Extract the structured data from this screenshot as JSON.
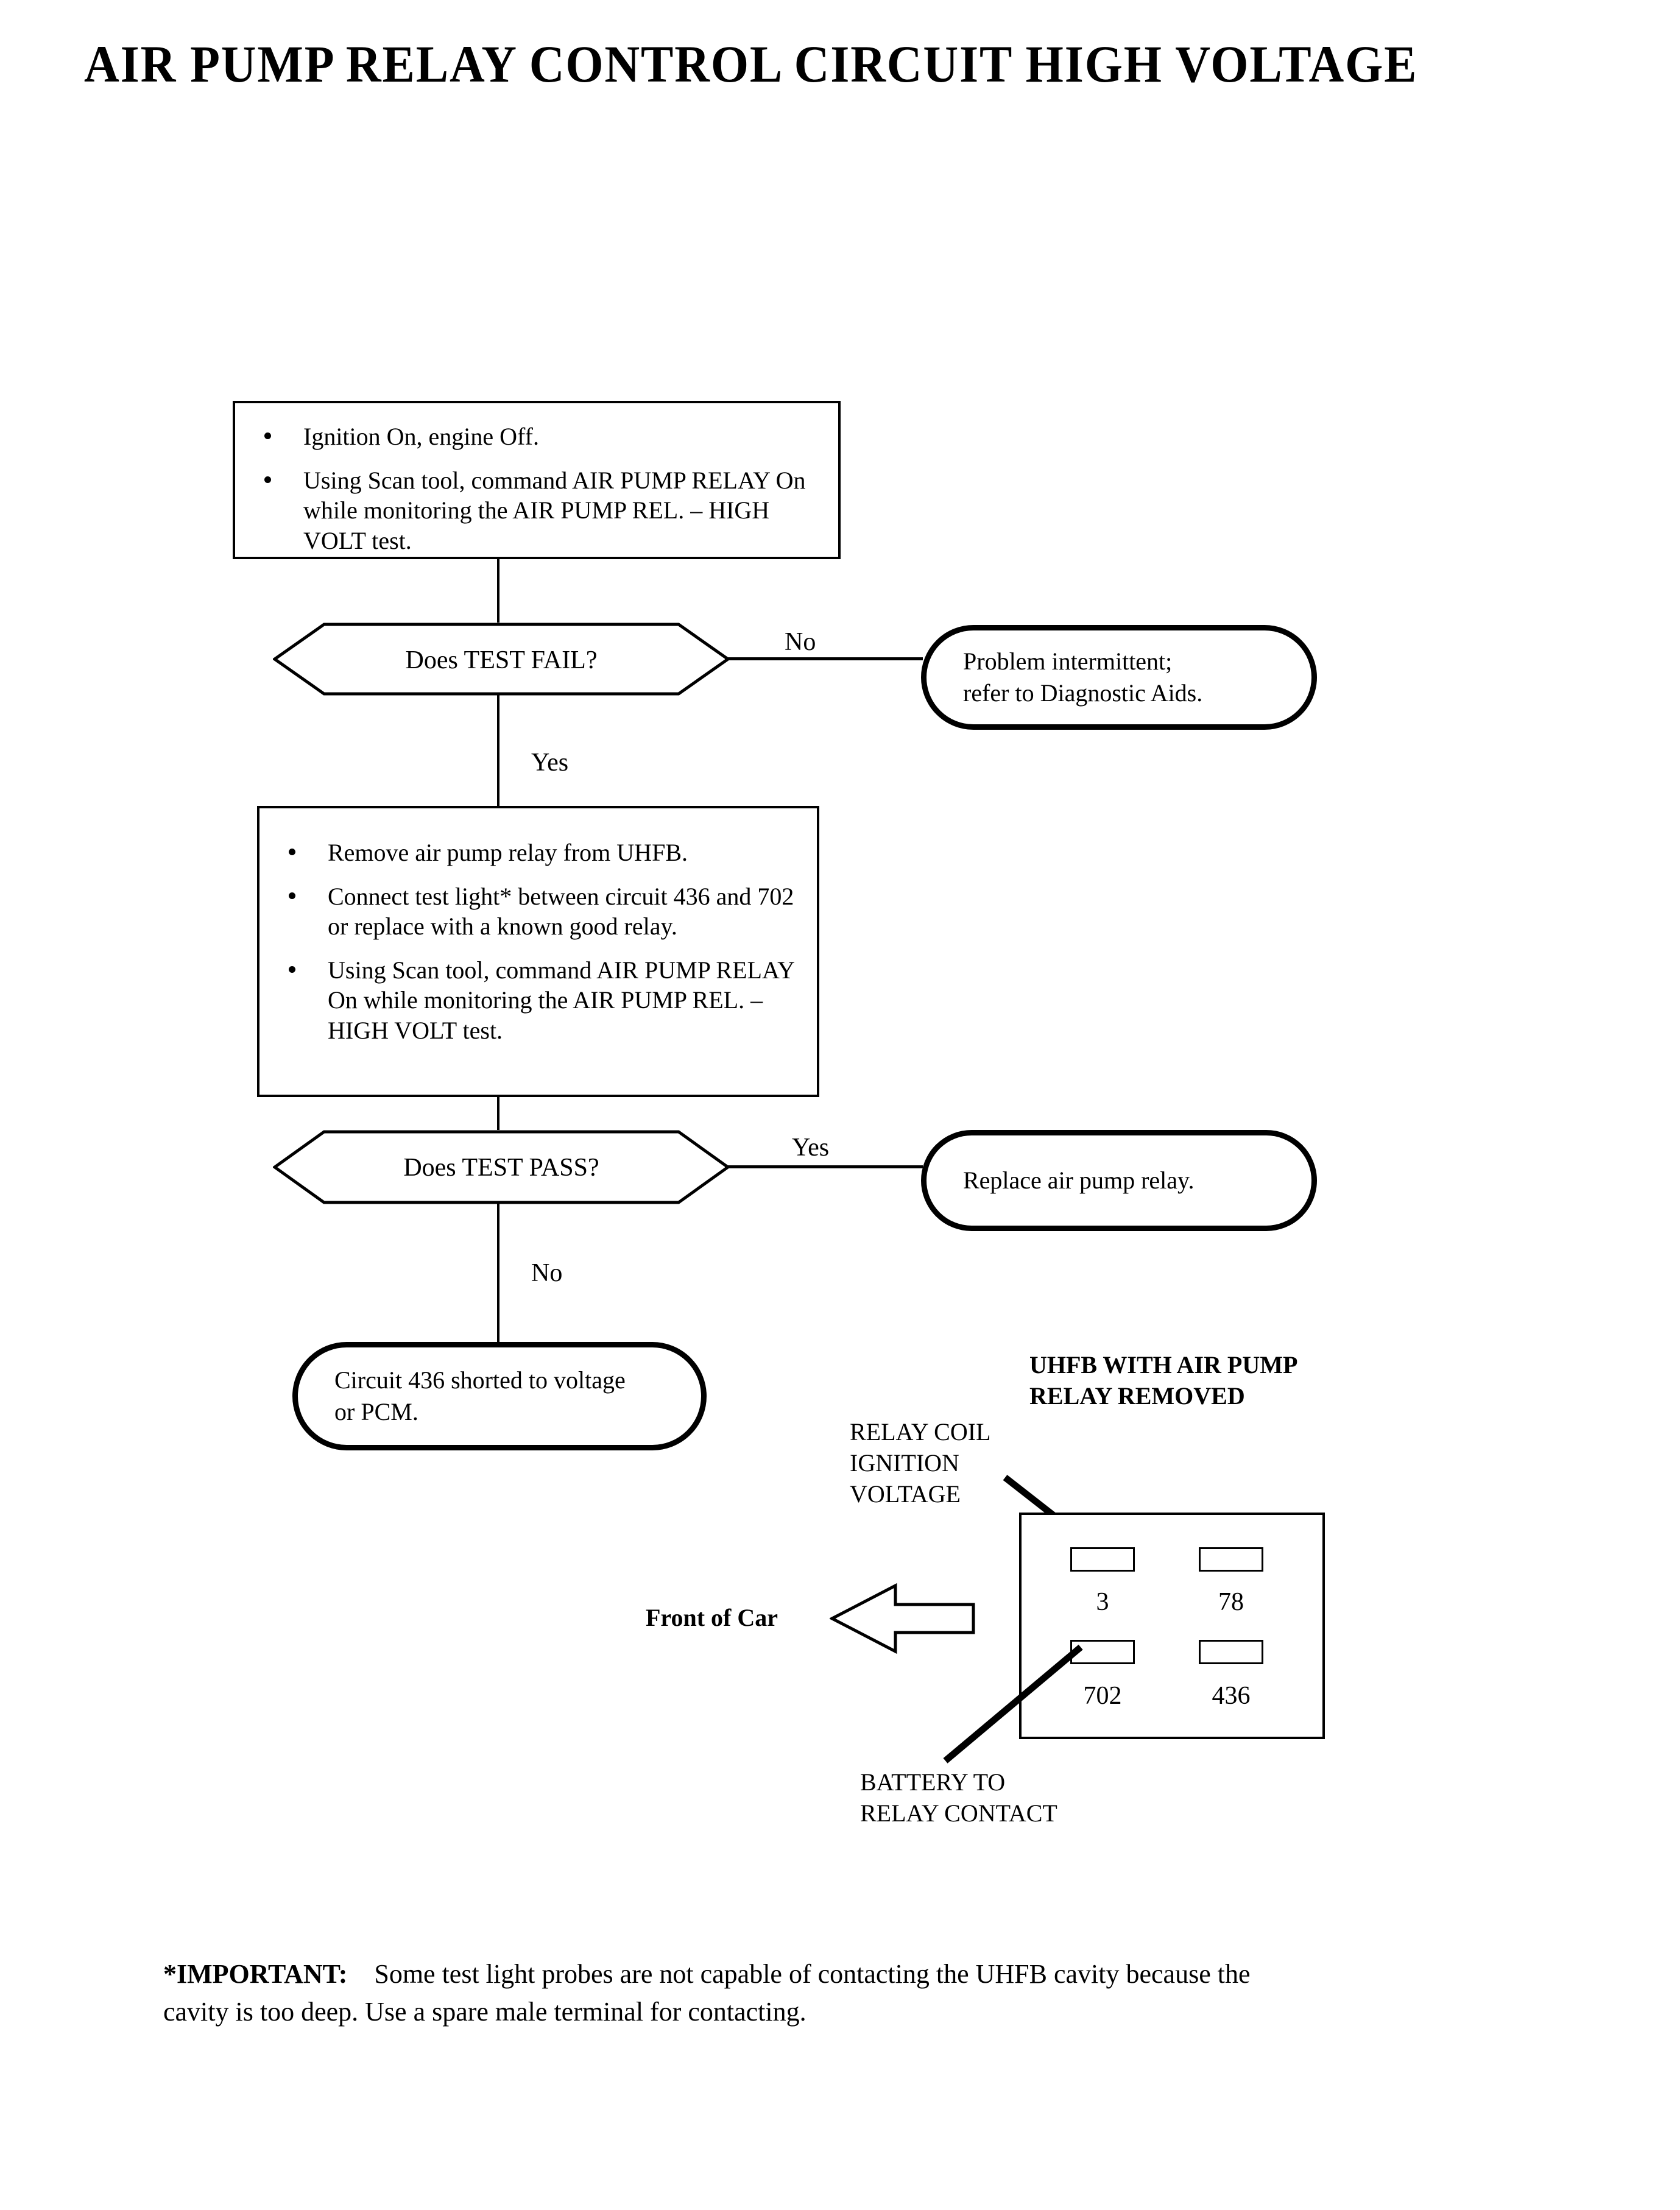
{
  "document": {
    "title": "AIR PUMP RELAY CONTROL CIRCUIT HIGH VOLTAGE"
  },
  "flow": {
    "step1": {
      "name": "initial-test-conditions",
      "bullets": [
        "Ignition On, engine Off.",
        "Using Scan tool, command AIR PUMP RELAY On while monitoring the AIR PUMP REL. – HIGH VOLT test."
      ]
    },
    "decision1": {
      "label": "Does TEST FAIL?",
      "yes_label": "Yes",
      "no_label": "No"
    },
    "terminator1": {
      "lines": [
        "Problem intermittent;",
        "refer to Diagnostic Aids."
      ]
    },
    "step2": {
      "name": "isolate-relay-test",
      "bullets": [
        "Remove air pump relay from UHFB.",
        "Connect test light* between circuit 436 and 702 or replace with a known good relay.",
        "Using Scan tool, command AIR PUMP RELAY On while monitoring the AIR PUMP REL. – HIGH VOLT test."
      ]
    },
    "decision2": {
      "label": "Does TEST PASS?",
      "yes_label": "Yes",
      "no_label": "No"
    },
    "terminator2": {
      "lines": [
        "Replace air pump relay."
      ]
    },
    "terminator3": {
      "lines": [
        "Circuit 436 shorted to voltage",
        "or PCM."
      ]
    }
  },
  "connector_diagram": {
    "heading": [
      "UHFB WITH AIR PUMP",
      "RELAY REMOVED"
    ],
    "top_left_callout": [
      "RELAY COIL",
      "IGNITION",
      "VOLTAGE"
    ],
    "bottom_left_callout": [
      "BATTERY TO",
      "RELAY CONTACT"
    ],
    "orientation_label": "Front of Car",
    "cavities": [
      {
        "position": "top-left",
        "circuit": "3"
      },
      {
        "position": "top-right",
        "circuit": "78"
      },
      {
        "position": "bottom-left",
        "circuit": "702"
      },
      {
        "position": "bottom-right",
        "circuit": "436"
      }
    ]
  },
  "footnote": {
    "lead": "*IMPORTANT:",
    "body": "Some test light probes are not capable of contacting the UHFB cavity because the cavity is too deep. Use a spare male terminal for contacting."
  },
  "colors": {
    "ink": "#000000",
    "paper": "#ffffff"
  }
}
